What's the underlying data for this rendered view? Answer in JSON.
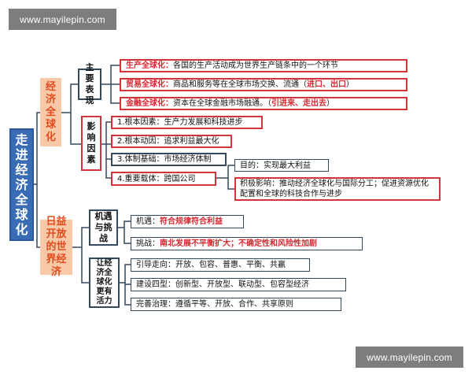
{
  "watermark": "www.mayilepin.com",
  "root": "走进经济全球化",
  "branch_economic": {
    "label": "经济全球化",
    "main_forms": {
      "label": "主要表现",
      "items": [
        {
          "term": "生产全球化：",
          "text": "各国的生产活动成为世界生产链条中的一个环节",
          "note": ""
        },
        {
          "term": "贸易全球化：",
          "text": "商品和服务等在全球市场交换、流通（",
          "note": "进口、出口",
          "end": "）"
        },
        {
          "term": "金融全球化：",
          "text": "资本在全球金融市场融通。（",
          "note": "引进来、走出去",
          "end": "）"
        }
      ]
    },
    "factors": {
      "label": "影响因素",
      "items": [
        "1.根本因素：生产力发展和科技进步",
        "2.根本动因：追求利益最大化",
        "3.体制基础：市场经济体制",
        "4.重要载体：跨国公司"
      ],
      "carrier_purpose": "目的：实现最大利益",
      "carrier_effect": "积极影响：推动经济全球化与国际分工；促进资源优化配置和全球的科技合作与进步"
    }
  },
  "branch_open": {
    "label": "日益开放的世界经济",
    "chance": {
      "label": "机遇与挑战",
      "opportunity_label": "机遇：",
      "opportunity_text": "符合规律符合利益",
      "challenge_label": "挑战：",
      "challenge_text": "南北发展不平衡扩大；不确定性和风险性加剧"
    },
    "vitality": {
      "label": "让经济全球化更有活力",
      "items": [
        "引导走向：开放、包容、普惠、平衡、共赢",
        "建设四型：创新型、开放型、联动型、包容型经济",
        "完善治理：遵循平等、开放、合作、共享原则"
      ]
    }
  }
}
